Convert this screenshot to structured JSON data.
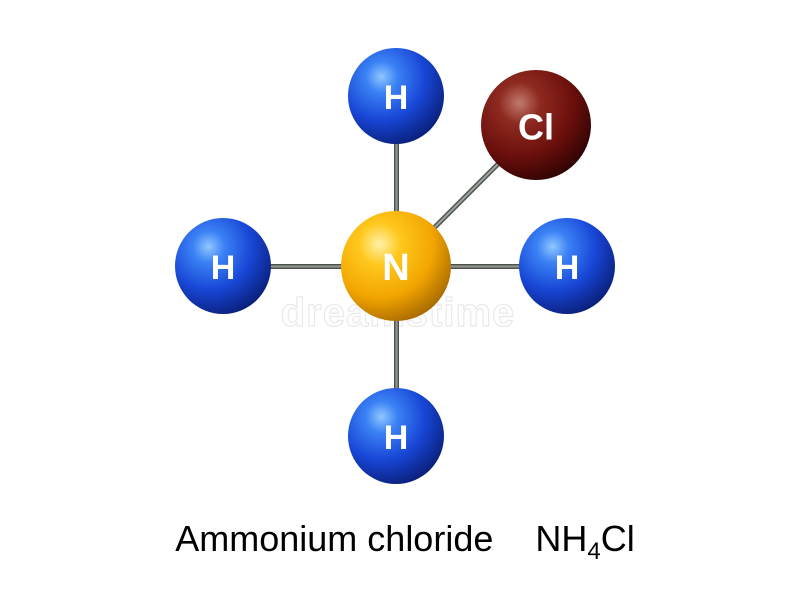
{
  "caption": {
    "name": "Ammonium chloride",
    "formula_main": "NH",
    "formula_subscript": "4",
    "formula_tail": "Cl"
  },
  "watermark": "dreamstime",
  "atoms": {
    "n": {
      "label": "N",
      "color": "#f2a500"
    },
    "h_top": {
      "label": "H",
      "color": "#1846d6"
    },
    "h_left": {
      "label": "H",
      "color": "#1846d6"
    },
    "h_right": {
      "label": "H",
      "color": "#1846d6"
    },
    "h_bottom": {
      "label": "H",
      "color": "#1846d6"
    },
    "cl": {
      "label": "Cl",
      "color": "#6b0f0c"
    }
  }
}
